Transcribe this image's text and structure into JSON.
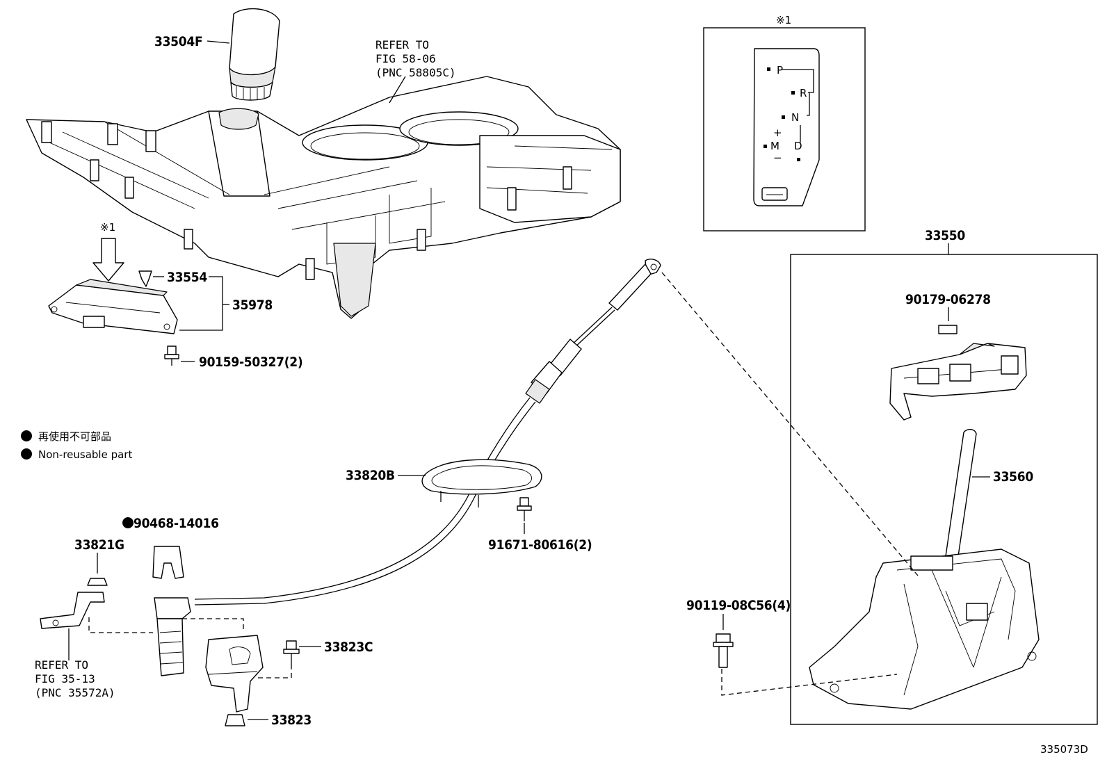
{
  "callouts": {
    "knob": "33504F",
    "refer_console": [
      "REFER TO",
      "FIG 58-06",
      "(PNC 58805C)"
    ],
    "mark1_top": "※1",
    "mark1_left": "※1",
    "sensor_clip": "33554",
    "sensor_assy": "35978",
    "sensor_bolt": "90159-50327(2)",
    "shifter_assy": "33550",
    "shifter_nut": "90179-06278",
    "lever": "33560",
    "cable_grommet": "33820B",
    "grommet_bolt": "91671-80616(2)",
    "retainer": "90468-14016",
    "clip": "33821G",
    "refer_bracket": [
      "REFER TO",
      "FIG 35-13",
      "(PNC 35572A)"
    ],
    "bracket_bolt": "33823C",
    "bracket": "33823",
    "shifter_bolt": "90119-08C56(4)",
    "figure_id": "335073D"
  },
  "legend": {
    "japanese": "再使用不可部品",
    "english": "Non-reusable part"
  },
  "gate_indicator": {
    "positions": [
      "P",
      "R",
      "N",
      "M",
      "D",
      "+",
      "−"
    ]
  }
}
